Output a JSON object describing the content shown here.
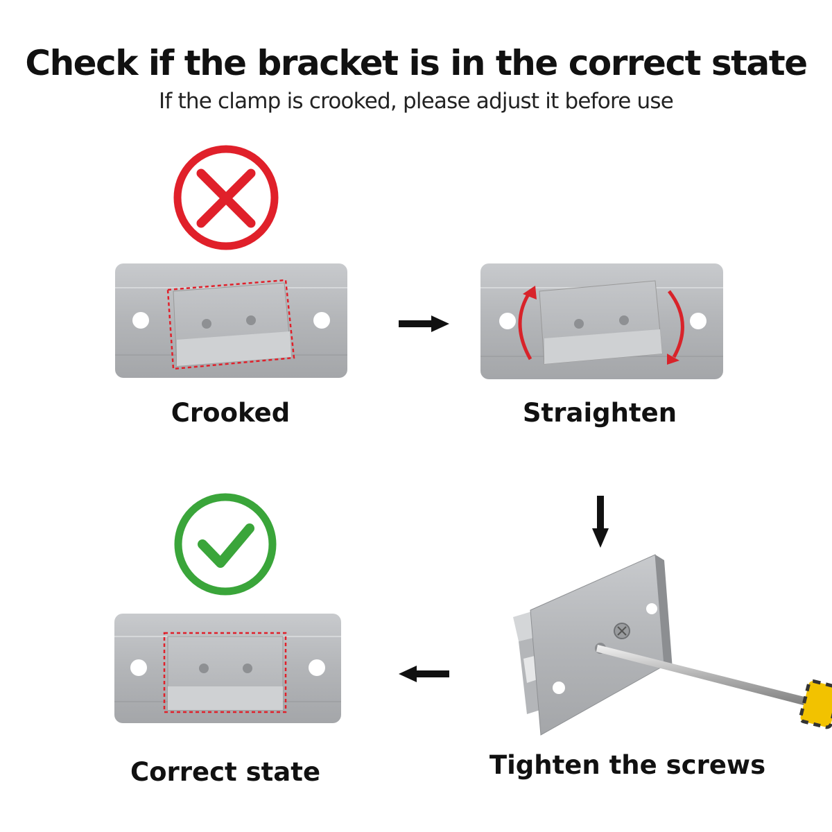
{
  "header": {
    "title": "Check if the bracket is in the correct state",
    "subtitle": "If the clamp is crooked, please adjust it before use"
  },
  "steps": [
    {
      "label": "Crooked",
      "status": "wrong",
      "icon": "red-x-circle-icon"
    },
    {
      "label": "Straighten",
      "icon": "rotate-arrows-icon"
    },
    {
      "label": "Tighten the screws",
      "icon": "screwdriver-icon"
    },
    {
      "label": "Correct state",
      "status": "correct",
      "icon": "green-check-circle-icon"
    }
  ],
  "colors": {
    "wrong": "#e0202a",
    "correct": "#3aa53a",
    "metal": "#b9bbbe",
    "arrow": "#111111"
  }
}
